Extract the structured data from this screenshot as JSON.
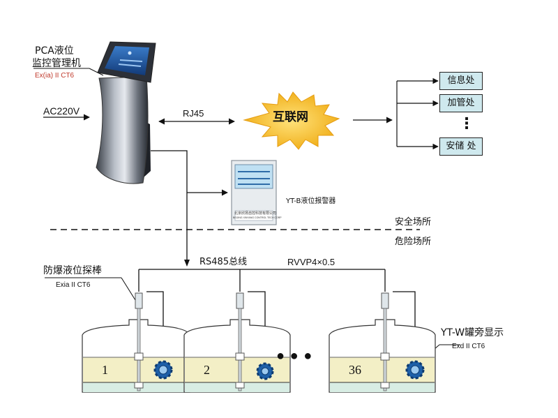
{
  "title": {
    "line1": "PCA液位",
    "line2": "监控管理机",
    "cert": "Ex(ia) II CT6"
  },
  "power": "AC220V",
  "link_rj45": "RJ45",
  "internet": "互联网",
  "departments": [
    "信息处",
    "加管处",
    "安储 处"
  ],
  "department_ellipsis": "⋮",
  "alarm": {
    "label": "YT-B液位报警器",
    "panel_text_line1": "北京欣扬自控科技有限公司",
    "panel_text_line2": "BEIJING XINYANG CONTROL TECH CORP"
  },
  "zones": {
    "safe": "安全场所",
    "danger": "危险场所"
  },
  "bus": {
    "name": "RS485总线",
    "cable": "RVVP4×0.5"
  },
  "probe": {
    "label": "防爆液位探棒",
    "cert": "Exia II CT6"
  },
  "display": {
    "label": "YT-W罐旁显示",
    "cert": "Exd II CT6"
  },
  "tanks": [
    "1",
    "2",
    "36"
  ],
  "tank_ellipsis": "●  ●  ●",
  "colors": {
    "liquid": "#f3efc6",
    "bottom": "#d8ede4",
    "gear": "#1d5fa8",
    "burst": "#f5c026",
    "dept_fill": "#cfe9ee",
    "red_text": "#c0392b"
  }
}
